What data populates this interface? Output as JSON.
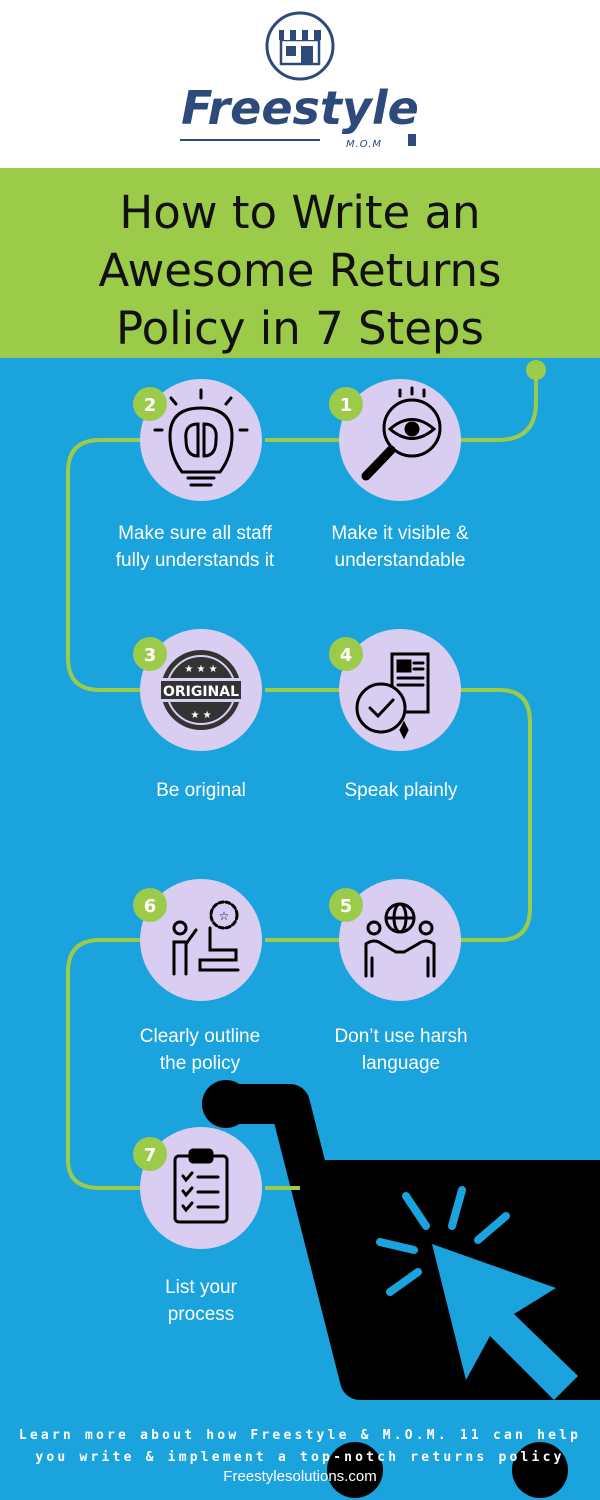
{
  "brand": {
    "name": "Freestyle",
    "sub": "M.O.M"
  },
  "title": {
    "line1": "How to Write an",
    "line2": "Awesome Returns",
    "line3": "Policy in 7 Steps"
  },
  "steps": [
    {
      "number": "1",
      "icon": "magnifier-eye-icon",
      "line1": "Make it visible &",
      "line2": "understandable"
    },
    {
      "number": "2",
      "icon": "lightbulb-brain-icon",
      "line1": "Make sure all staff",
      "line2": "fully understands it"
    },
    {
      "number": "3",
      "icon": "original-stamp-icon",
      "badge_text": "ORIGINAL",
      "line1": "Be original",
      "line2": ""
    },
    {
      "number": "4",
      "icon": "document-check-icon",
      "line1": "Speak plainly",
      "line2": ""
    },
    {
      "number": "5",
      "icon": "handshake-globe-icon",
      "line1": "Don’t use harsh",
      "line2": "language"
    },
    {
      "number": "6",
      "icon": "presenter-path-icon",
      "line1": "Clearly outline",
      "line2": "the policy"
    },
    {
      "number": "7",
      "icon": "clipboard-checklist-icon",
      "line1": "List your",
      "line2": "process"
    }
  ],
  "footer": {
    "line1": "Learn more about how Freestyle & M.O.M. 11 can help",
    "line2": "you write & implement a top-notch returns policy",
    "url": "Freestylesolutions.com"
  },
  "colors": {
    "background": "#1aa3dc",
    "accent_green": "#9ccb4a",
    "circle": "#d9cdf2",
    "brand_navy": "#2d4a7a",
    "cart": "#000000"
  }
}
